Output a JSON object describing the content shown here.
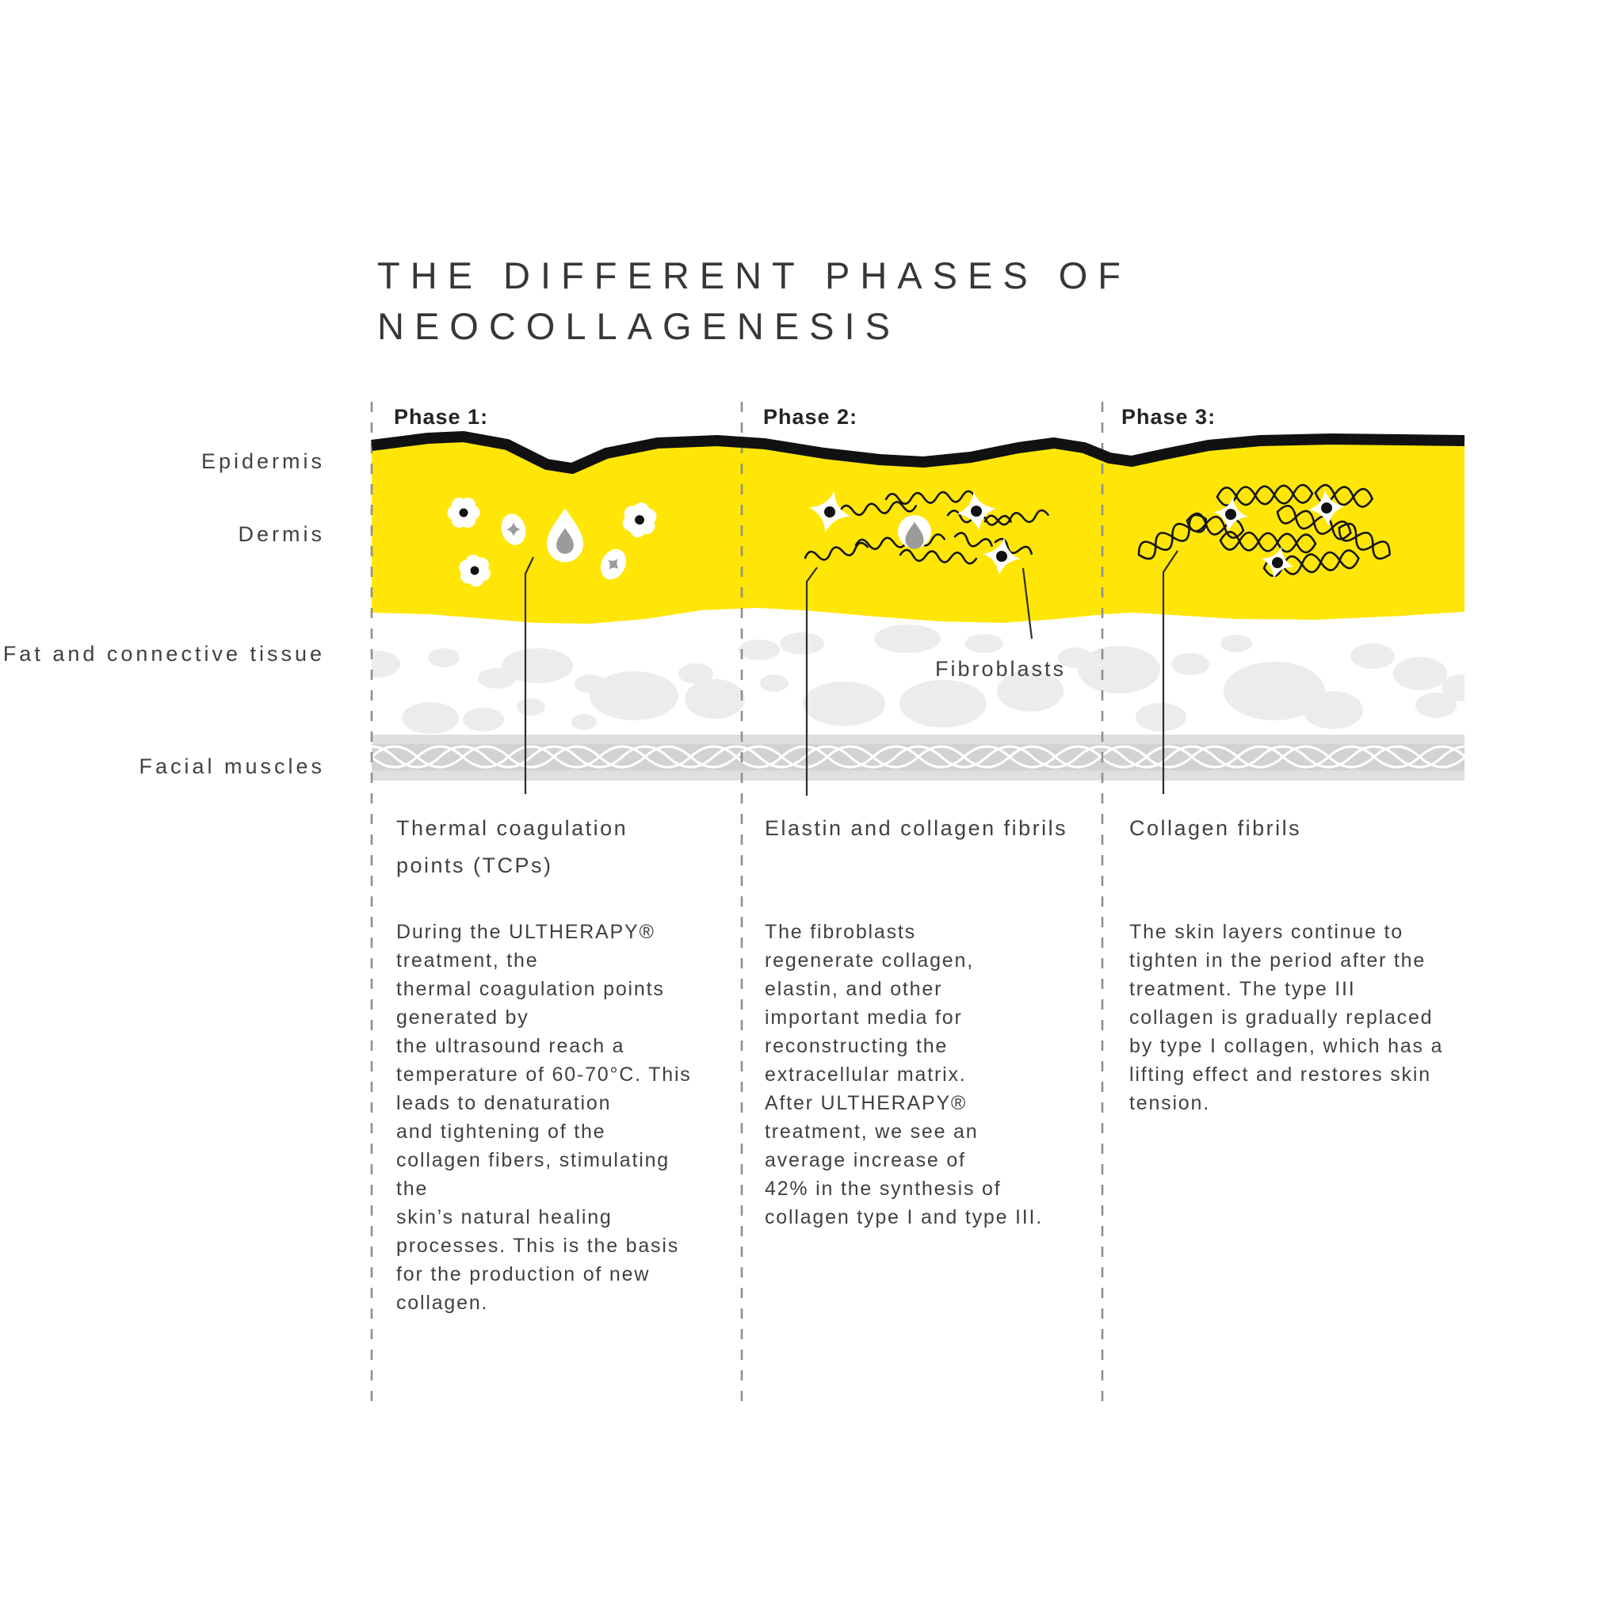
{
  "title": {
    "line1": "THE DIFFERENT PHASES OF",
    "line2": "NEOCOLLAGENESIS"
  },
  "skin_layer_labels": {
    "epidermis": "Epidermis",
    "dermis": "Dermis",
    "fat": "Fat and connective tissue",
    "muscles": "Facial muscles"
  },
  "fibroblasts_annotation": "Fibroblasts",
  "phases": [
    {
      "label": "Phase 1:",
      "structure_label": "Thermal coagulation\npoints (TCPs)",
      "description": "During the ULTHERAPY®\ntreatment, the\nthermal coagulation points\ngenerated by\nthe ultrasound reach a\ntemperature of 60-70°C. This\nleads to denaturation\nand tightening of the\ncollagen fibers, stimulating\nthe\nskin’s natural healing\nprocesses. This is the basis\nfor the production of new\ncollagen."
    },
    {
      "label": "Phase 2:",
      "structure_label": "Elastin and collagen fibrils",
      "description": "The fibroblasts\nregenerate collagen,\nelastin, and other\nimportant media for\nreconstructing the\nextracellular matrix.\nAfter ULTHERAPY®\ntreatment, we see an\naverage increase of\n42% in the synthesis of\ncollagen type I and type III."
    },
    {
      "label": "Phase 3:",
      "structure_label": "Collagen fibrils",
      "description": "The skin layers continue to\ntighten in the period after the\ntreatment. The type III\ncollagen is gradually replaced\nby type I collagen, which has a\nlifting effect and restores skin\ntension."
    }
  ],
  "icons": {
    "tcp_flower": "tcp-flower-icon",
    "tcp_oval_star": "tcp-oval-star-icon",
    "thermal_drop": "thermal-drop-icon",
    "fibroblast": "fibroblast-star-icon",
    "elastin_squiggle": "elastin-squiggle-icon",
    "collagen_helix": "collagen-helix-icon"
  },
  "colors": {
    "dermis_yellow": "#FFE606",
    "epidermis_ink": "#111111",
    "fat_blob_gray": "#ECECEC",
    "muscle_gray": "#D2D2D2",
    "muscle_gray_light": "#DFDFDF",
    "muscle_wave_white": "#FFFFFF",
    "cell_core_gray": "#9B9B9B",
    "dashed_divider_gray": "#8F8F8F",
    "annotation_ink": "#2E2E2E",
    "text_dark": "#3E4144"
  }
}
